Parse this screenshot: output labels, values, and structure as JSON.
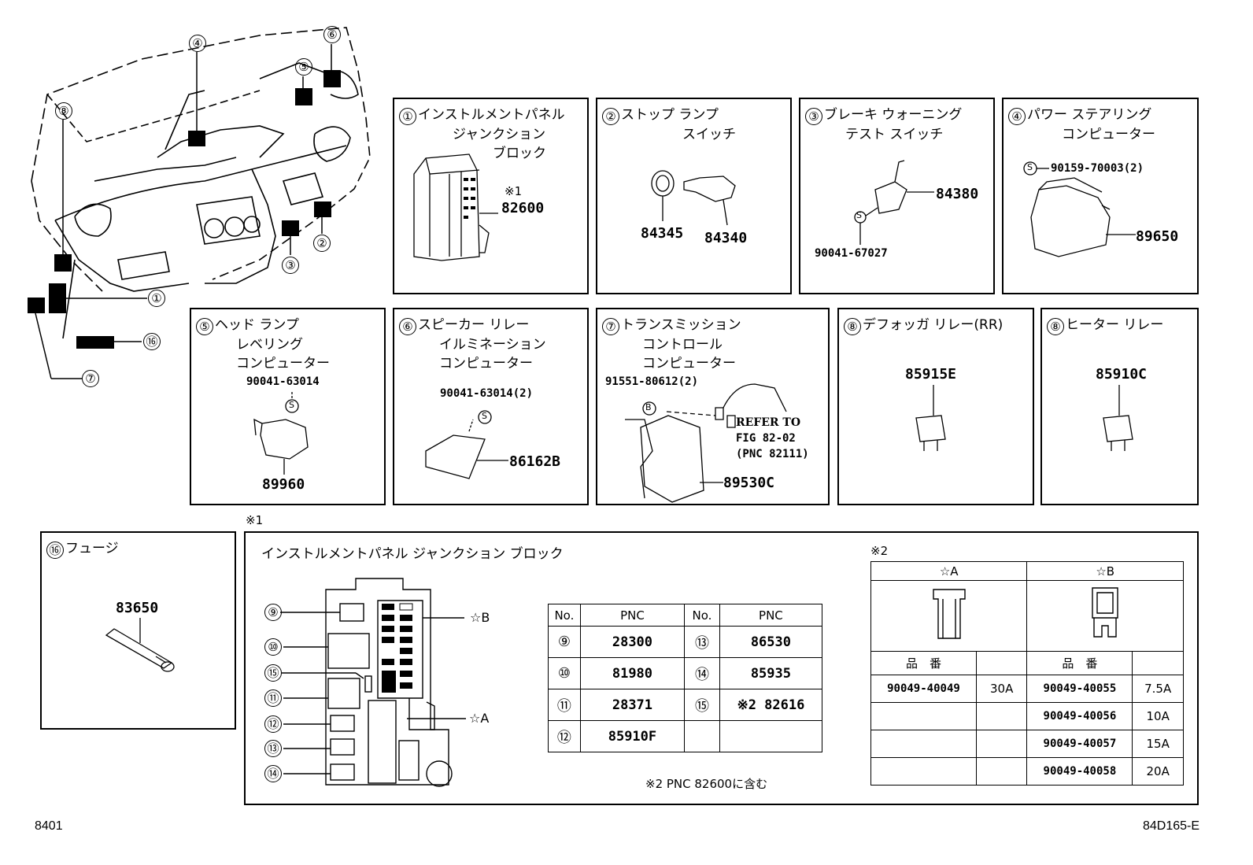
{
  "boxes": {
    "b1": {
      "num": "①",
      "title": "インストルメントパネル\n　　　　ジャンクション\n　　　　　　　ブロック",
      "note": "※1",
      "part": "82600"
    },
    "b2": {
      "num": "②",
      "title": "ストップ ランプ\n　　　　　　スイッチ",
      "part_a": "84345",
      "part_b": "84340"
    },
    "b3": {
      "num": "③",
      "title": "ブレーキ ウォーニング\n　　　テスト スイッチ",
      "part_a": "84380",
      "part_b": "90041-67027"
    },
    "b4": {
      "num": "④",
      "title": "パワー ステアリング\n　　　　コンピューター",
      "part_a": "90159-70003(2)",
      "part_b": "89650"
    },
    "b5": {
      "num": "⑤",
      "title": "ヘッド ランプ\n　　　レベリング\n　　　コンピューター",
      "part_a": "90041-63014",
      "part_b": "89960"
    },
    "b6": {
      "num": "⑥",
      "title": "スピーカー リレー\n　　　イルミネーション\n　　　コンピューター",
      "part_a": "90041-63014(2)",
      "part_b": "86162B"
    },
    "b7": {
      "num": "⑦",
      "title": "トランスミッション\n　　　コントロール\n　　　コンピューター",
      "part_a": "91551-80612(2)",
      "part_b": "89530C",
      "ref_line1": "REFER TO",
      "ref_line2": "FIG 82-02",
      "ref_line3": "(PNC 82111)"
    },
    "b8a": {
      "num": "⑧",
      "title": "デフォッガ リレー(RR)",
      "part": "85915E"
    },
    "b8b": {
      "num": "⑧",
      "title": "ヒーター リレー",
      "part": "85910C"
    },
    "b16": {
      "num": "⑯",
      "title": "フュージ",
      "part": "83650"
    }
  },
  "overview": {
    "labels": [
      "①",
      "②",
      "③",
      "④",
      "⑤",
      "⑥",
      "⑦",
      "⑧",
      "⑯"
    ]
  },
  "junction": {
    "mark": "※1",
    "title": "インストルメントパネル ジャンクション ブロック",
    "callouts": [
      "⑨",
      "⑩",
      "⑮",
      "⑪",
      "⑫",
      "⑬",
      "⑭"
    ],
    "star_a": "☆A",
    "star_b": "☆B",
    "table": {
      "headers": [
        "No.",
        "PNC",
        "No.",
        "PNC"
      ],
      "rows": [
        [
          "⑨",
          "28300",
          "⑬",
          "86530"
        ],
        [
          "⑩",
          "81980",
          "⑭",
          "85935"
        ],
        [
          "⑪",
          "28371",
          "⑮",
          "※2 82616"
        ],
        [
          "⑫",
          "85910F",
          "",
          ""
        ]
      ]
    },
    "note": "※2 PNC 82600に含む"
  },
  "fuse_table": {
    "mark": "※2",
    "col_a": "☆A",
    "col_b": "☆B",
    "hinban": "品　番",
    "rows": [
      [
        "90049-40049",
        "30A",
        "90049-40055",
        "7.5A"
      ],
      [
        "",
        "",
        "90049-40056",
        "10A"
      ],
      [
        "",
        "",
        "90049-40057",
        "15A"
      ],
      [
        "",
        "",
        "90049-40058",
        "20A"
      ]
    ]
  },
  "footer": {
    "left": "8401",
    "right": "84D165-E"
  }
}
